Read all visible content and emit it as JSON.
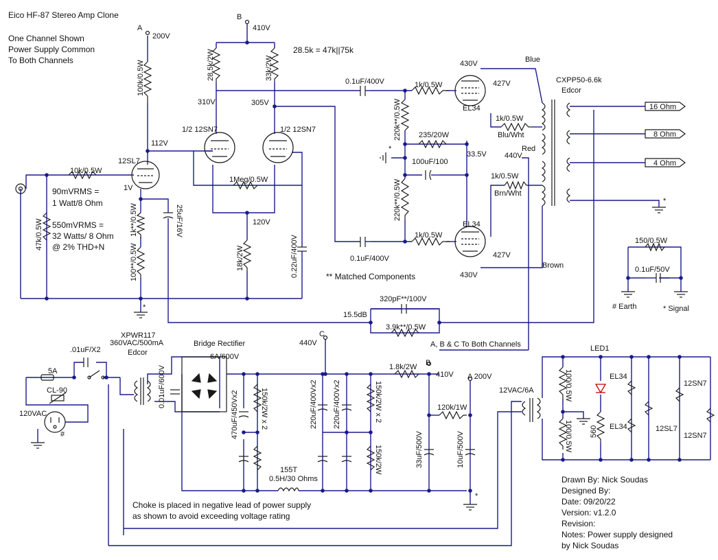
{
  "header": {
    "title": "Eico HF-87 Stereo Amp Clone",
    "note_line1": "One Channel Shown",
    "note_line2": "Power Supply Common",
    "note_line3": "To Both Channels"
  },
  "equation": "28.5k = 47k||75k",
  "nodes": {
    "a": "A",
    "a_v": "200V",
    "b": "B",
    "b_v": "410V",
    "c": "C",
    "c_v": "440V",
    "b2": "B",
    "b2_v": "410V",
    "a2": "A 200V"
  },
  "input": {
    "r_10k": "10k/0.5W",
    "r_47k": "47k/0.5W",
    "spec1_l1": "90mVRMS =",
    "spec1_l2": "1 Watt/8 Ohm",
    "spec2_l1": "550mVRMS =",
    "spec2_l2": "32 Watts/ 8 Ohm",
    "spec2_l3": "@ 2% THD+N"
  },
  "tube1": {
    "name": "12SL7",
    "r_plate": "100k/0.5W",
    "v_plate": "112V",
    "v_cath": "1V",
    "r_k1": "1k**/0.5W",
    "r_k2": "100**/0.5W",
    "c_bypass": "25uF/16V"
  },
  "pi": {
    "r_left": "28.5k/2W",
    "r_right": "33k/2W",
    "v_left": "310V",
    "v_right": "305V",
    "tube_left": "1/2 12SN7",
    "tube_right": "1/2 12SN7",
    "r_grid": "1Meg/0.5W",
    "v_tail": "120V",
    "r_tail": "18k/2W",
    "c_grid": "0.22uF/400V"
  },
  "output": {
    "c_top": "0.1uF/400V",
    "c_bot": "0.1uF/400V",
    "r_g_top": "1k/0.5W",
    "r_g_bot": "1k/0.5W",
    "r_bias_top": "220k**/0.5W",
    "r_bias_bot": "220k**/0.5W",
    "r_cath": "235/20W",
    "c_cath": "100uF/100",
    "v_cath": "33.5V",
    "tube_top": "EL34",
    "tube_bot": "EL34",
    "v_top_plate": "430V",
    "v_top_g2": "427V",
    "v_bot_plate": "430V",
    "v_bot_g2": "427V",
    "r_screen_top": "1k/0.5W",
    "r_screen_bot": "1k/0.5W",
    "v_screen": "440V",
    "lead_blue": "Blue",
    "lead_bluwht": "Blu/Wht",
    "lead_red": "Red",
    "lead_brnwht": "Brn/Wht",
    "lead_brown": "Brown",
    "transformer": "CXPP50-6.6k",
    "transformer_brand": "Edcor",
    "tap16": "16  Ohm",
    "tap8": "8  Ohm",
    "tap4": "4  Ohm",
    "matched": "** Matched Components"
  },
  "feedback": {
    "gain": "15.5dB",
    "cap": "320pF**/100V",
    "res": "3.9k**/0.5W"
  },
  "ground_legend": {
    "r": "150/0.5W",
    "c": "0.1uF/50V",
    "earth": "# Earth",
    "signal": "* Signal"
  },
  "supply": {
    "abc_note": "A, B & C To Both Channels",
    "cap_switch": ".01uF/X2",
    "fuse": "5A",
    "thermistor": "CL-90",
    "mains": "120VAC",
    "xfmr_name": "XPWR117",
    "xfmr_rating": "360VAC/500mA",
    "xfmr_brand": "Edcor",
    "c_snub": "0.01uF/600V",
    "bridge": "Bridge Rectifier",
    "bridge_rating": "6A/600V",
    "c_470": "470uF/450Vx2",
    "r_150_a": "150k/2W x 2",
    "c_220_a": "220uF/400Vx2",
    "c_220_b": "220uF/400Vx2",
    "r_150_b": "150k/2W x 2",
    "r_150_c": "150k/2W",
    "r_18k": "1.8k/2W",
    "r_120k": "120k/1W",
    "c_33": "33uF/500V",
    "c_10": "10uF/500V",
    "choke_name": "155T",
    "choke_rating": "0.5H/30 Ohms",
    "choke_note1": "Choke is placed in negative lead of power supply",
    "choke_note2": "as shown to avoid exceeding voltage rating"
  },
  "heater": {
    "rating": "12VAC/6A",
    "led": "LED1",
    "r_100a": "100/0.5W",
    "r_100b": "100/0.5W",
    "r_560": "560",
    "el34a": "EL34",
    "el34b": "EL34",
    "sl7": "12SL7",
    "sn7a": "12SN7",
    "sn7b": "12SN7"
  },
  "credits": {
    "drawn": "Drawn By: Nick Soudas",
    "designed": "Designed By:",
    "date": "Date: 09/20/22",
    "version": "Version: v1.2.0",
    "revision": "Revision:",
    "notes1": "Notes: Power supply designed",
    "notes2": "by Nick Soudas"
  },
  "colors": {
    "wire": "#1a1a8c",
    "component": "#1a1a1a",
    "led": "#cc0000"
  }
}
